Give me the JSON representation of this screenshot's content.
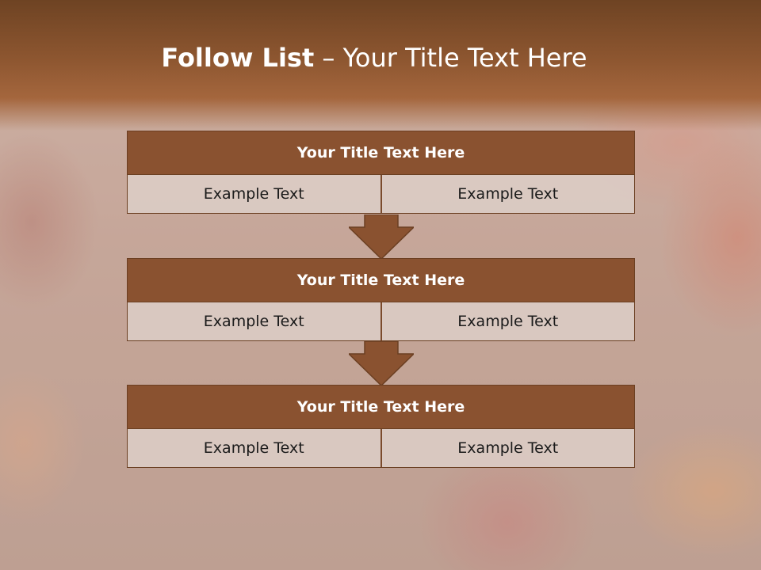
{
  "slide": {
    "title_bold": "Follow List",
    "title_rest": " – Your Title Text Here"
  },
  "blocks": [
    {
      "title": "Your Title Text Here",
      "left": "Example Text",
      "right": "Example Text"
    },
    {
      "title": "Your Title Text Here",
      "left": "Example Text",
      "right": "Example Text"
    },
    {
      "title": "Your Title Text Here",
      "left": "Example Text",
      "right": "Example Text"
    }
  ],
  "colors": {
    "header": "#8d5630",
    "block_header": "#8a5230",
    "arrow": "#8a5230",
    "cell": "#dccdc6"
  },
  "icons": {
    "arrow": "down-arrow-icon"
  }
}
